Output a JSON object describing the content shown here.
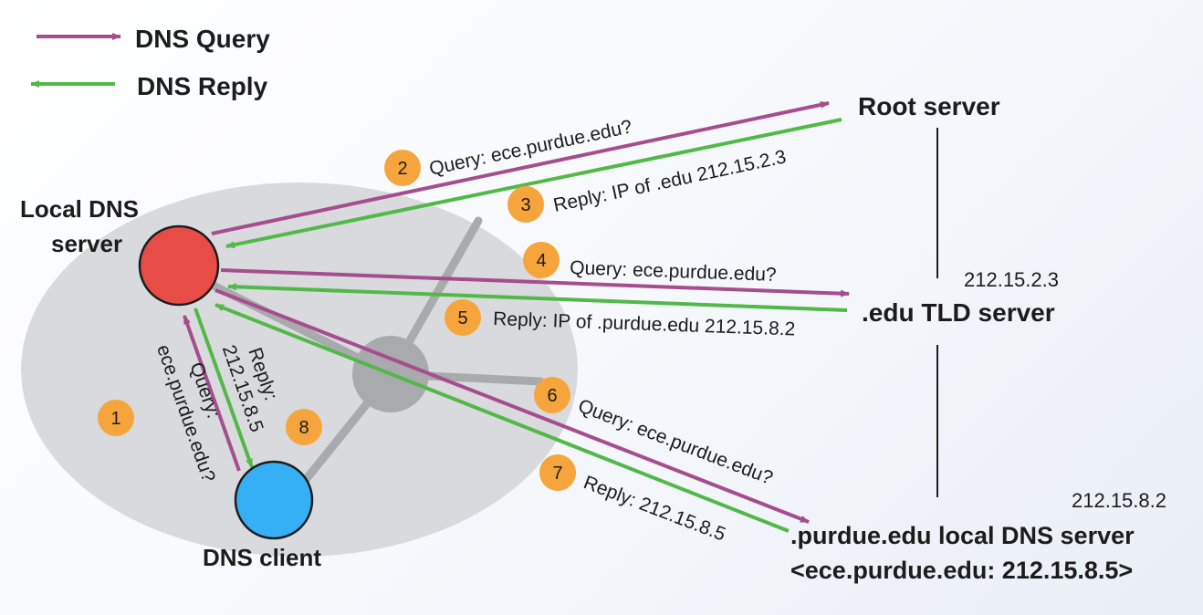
{
  "legend": {
    "query": "DNS Query",
    "reply": "DNS Reply"
  },
  "colors": {
    "query": "#a64d8e",
    "reply": "#52b848",
    "badge": "#f6a53c",
    "local_dns": "#e84c46",
    "client": "#35b0f5",
    "hub": "#a9aaae",
    "region": "#d9dadd"
  },
  "nodes": {
    "local_dns": "Local DNS server",
    "local_dns_line1": "Local DNS",
    "local_dns_line2": "server",
    "client": "DNS client",
    "root": "Root server",
    "edu_tld": ".edu TLD server",
    "edu_tld_ip": "212.15.2.3",
    "purdue_local": ".purdue.edu local DNS server",
    "purdue_local_ip": "212.15.8.2",
    "purdue_record": "<ece.purdue.edu: 212.15.8.5>"
  },
  "steps": [
    {
      "num": "1",
      "line1": "Query:",
      "line2": "ece.purdue.edu?"
    },
    {
      "num": "2",
      "text": "Query: ece.purdue.edu?"
    },
    {
      "num": "3",
      "text": "Reply: IP of .edu 212.15.2.3"
    },
    {
      "num": "4",
      "text": "Query: ece.purdue.edu?"
    },
    {
      "num": "5",
      "text": "Reply: IP of .purdue.edu 212.15.8.2"
    },
    {
      "num": "6",
      "text": "Query: ece.purdue.edu?"
    },
    {
      "num": "7",
      "text": "Reply: 212.15.8.5"
    },
    {
      "num": "8",
      "line1": "Reply:",
      "line2": "212.15.8.5"
    }
  ]
}
